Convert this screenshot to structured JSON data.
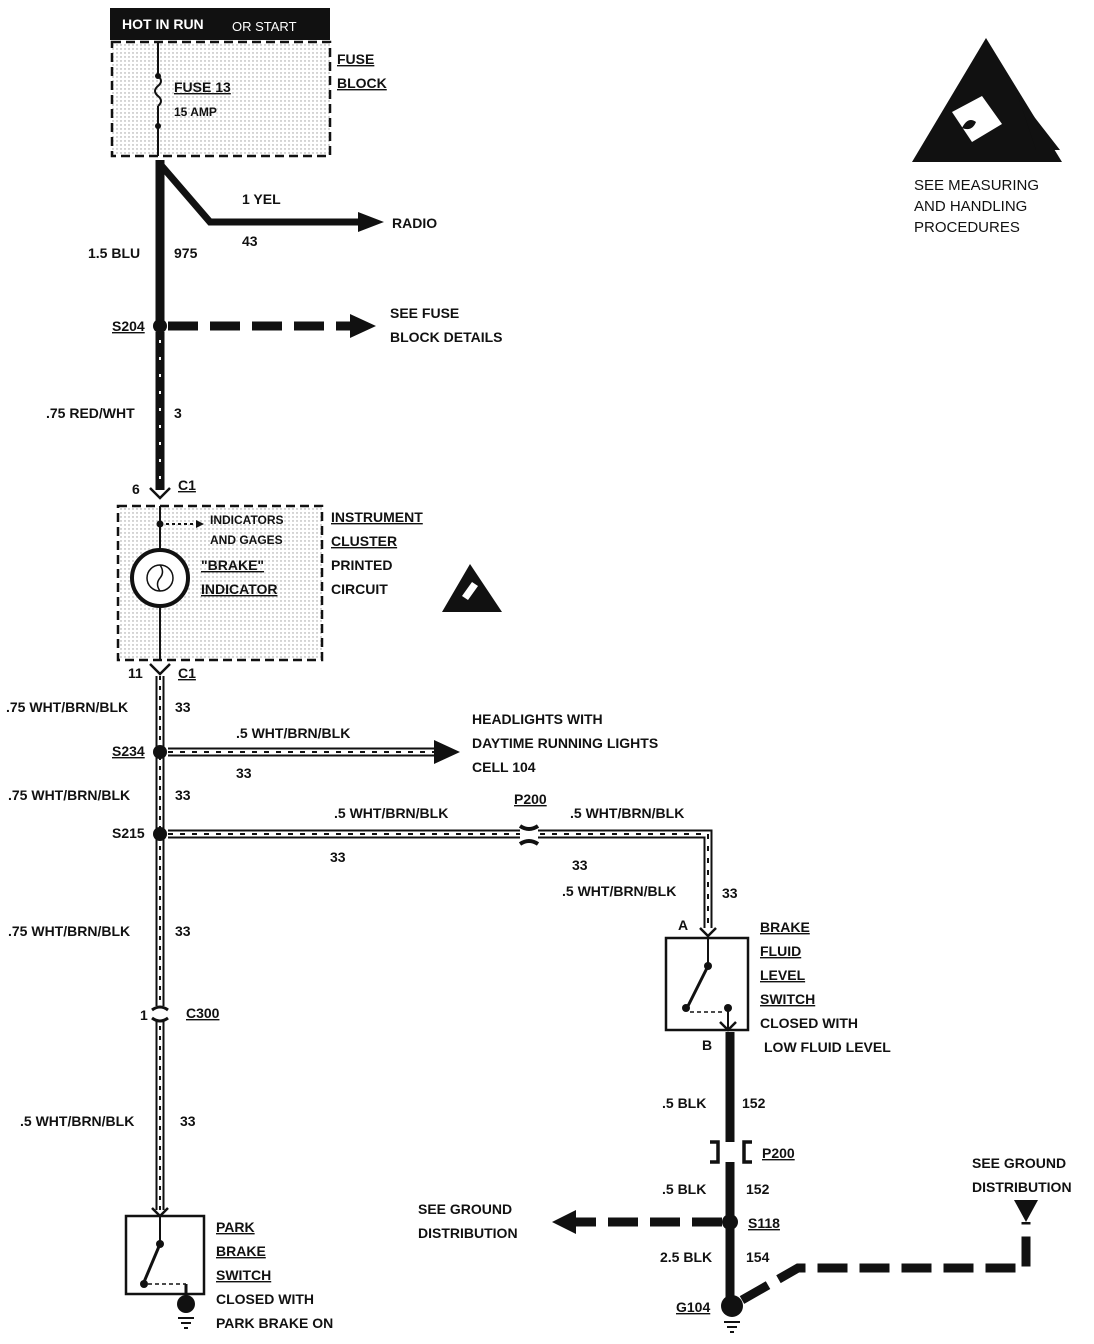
{
  "header": {
    "hot_label": "HOT IN RUN",
    "or_start": "OR START"
  },
  "fuse_block": {
    "label_line1": "FUSE",
    "label_line2": "BLOCK",
    "fuse_name": "FUSE 13",
    "fuse_rating": "15 AMP"
  },
  "esd_notice": {
    "line1": "SEE MEASURING",
    "line2": "AND HANDLING",
    "line3": "PROCEDURES"
  },
  "wires": {
    "radio_size": "1 YEL",
    "radio_circuit": "43",
    "radio_dest": "RADIO",
    "main_size": "1.5 BLU",
    "main_circuit": "975",
    "s204_to_c1_size": ".75 RED/WHT",
    "s204_to_c1_circuit": "3",
    "c1_to_s234_size": ".75 WHT/BRN/BLK",
    "c1_to_s234_circuit": "33",
    "s234_branch_size": ".5 WHT/BRN/BLK",
    "s234_branch_circuit": "33",
    "s234_to_s215_size": ".75 WHT/BRN/BLK",
    "s234_to_s215_circuit": "33",
    "s215_branch_size_a": ".5 WHT/BRN/BLK",
    "s215_branch_circuit_a": "33",
    "p200_right_size": ".5 WHT/BRN/BLK",
    "p200_right_circuit": "33",
    "brake_fluid_in_size": ".5 WHT/BRN/BLK",
    "brake_fluid_in_circuit": "33",
    "s215_to_c300_size": ".75 WHT/BRN/BLK",
    "s215_to_c300_circuit": "33",
    "c300_to_park_size": ".5 WHT/BRN/BLK",
    "c300_to_park_circuit": "33",
    "fluid_out_size": ".5 BLK",
    "fluid_out_circuit": "152",
    "p200_lower_size": ".5 BLK",
    "p200_lower_circuit": "152",
    "s118_to_g104_size": "2.5 BLK",
    "s118_to_g104_circuit": "154"
  },
  "splices": {
    "s204": "S204",
    "s234": "S234",
    "s215": "S215",
    "s118": "S118",
    "g104": "G104"
  },
  "connectors": {
    "c1_top_pin": "6",
    "c1_top": "C1",
    "c1_bottom_pin": "11",
    "c1_bottom": "C1",
    "c300_pin": "1",
    "c300": "C300",
    "p200_upper": "P200",
    "p200_lower": "P200",
    "pin_a": "A",
    "pin_b": "B"
  },
  "fuse_block_details": {
    "line1": "SEE FUSE",
    "line2": "BLOCK DETAILS"
  },
  "cluster": {
    "indicators_line1": "INDICATORS",
    "indicators_line2": "AND GAGES",
    "brake_line1": "\"BRAKE\"",
    "brake_line2": "INDICATOR",
    "title_line1": "INSTRUMENT",
    "title_line2": "CLUSTER",
    "title_line3": "PRINTED",
    "title_line4": "CIRCUIT"
  },
  "headlights": {
    "line1": "HEADLIGHTS WITH",
    "line2": "DAYTIME RUNNING LIGHTS",
    "line3": "CELL 104"
  },
  "brake_fluid_switch": {
    "line1": "BRAKE",
    "line2": "FLUID",
    "line3": "LEVEL",
    "line4": "SWITCH",
    "line5": "CLOSED WITH",
    "line6": "LOW FLUID LEVEL"
  },
  "park_brake_switch": {
    "line1": "PARK",
    "line2": "BRAKE",
    "line3": "SWITCH",
    "line4": "CLOSED WITH",
    "line5": "PARK BRAKE ON"
  },
  "ground_left": {
    "line1": "SEE GROUND",
    "line2": "DISTRIBUTION"
  },
  "ground_right": {
    "line1": "SEE GROUND",
    "line2": "DISTRIBUTION"
  }
}
